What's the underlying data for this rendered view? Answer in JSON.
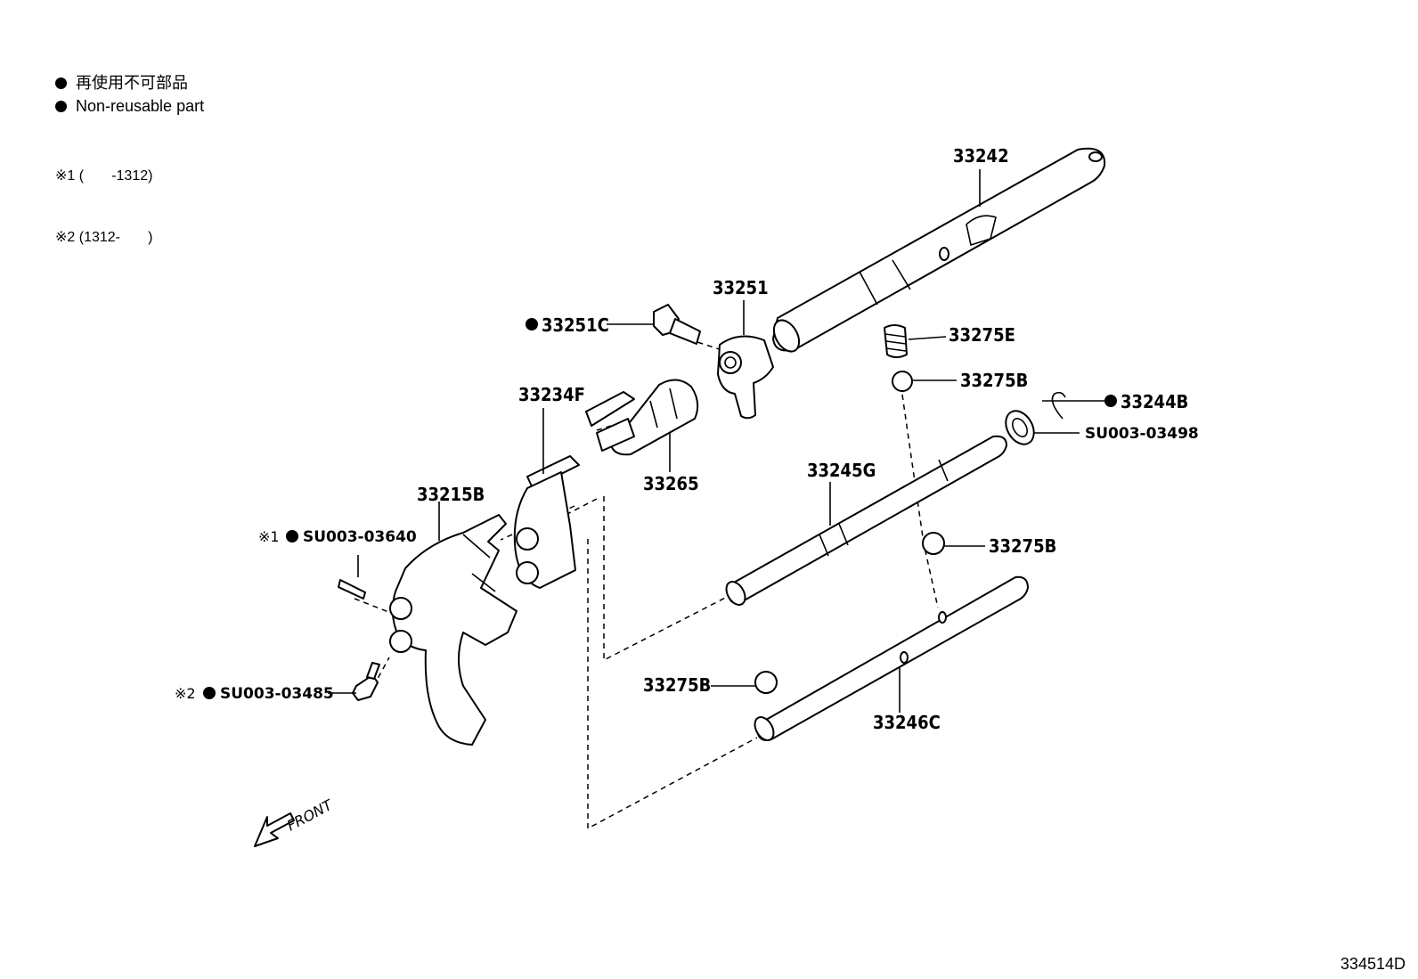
{
  "legend": {
    "items": [
      {
        "text": "再使用不可部品"
      },
      {
        "text": "Non-reusable part"
      }
    ],
    "notes": [
      "※1 (       -1312)",
      "※2 (1312-       )"
    ]
  },
  "labels": {
    "p33242": "33242",
    "p33251": "33251",
    "p33251c": "33251C",
    "p33275e": "33275E",
    "p33275b_top": "33275B",
    "p33244b": "33244B",
    "p_su003_03498": "SU003-03498",
    "p33234f": "33234F",
    "p33265": "33265",
    "p33245g": "33245G",
    "p33215b": "33215B",
    "p_su003_03640": "SU003-03640",
    "mark1": "※1",
    "p33275b_mid": "33275B",
    "p33275b_low": "33275B",
    "p33246c": "33246C",
    "mark2": "※2",
    "p_su003_03485": "SU003-03485",
    "front": "FRONT"
  },
  "diagram_code": "334514D"
}
